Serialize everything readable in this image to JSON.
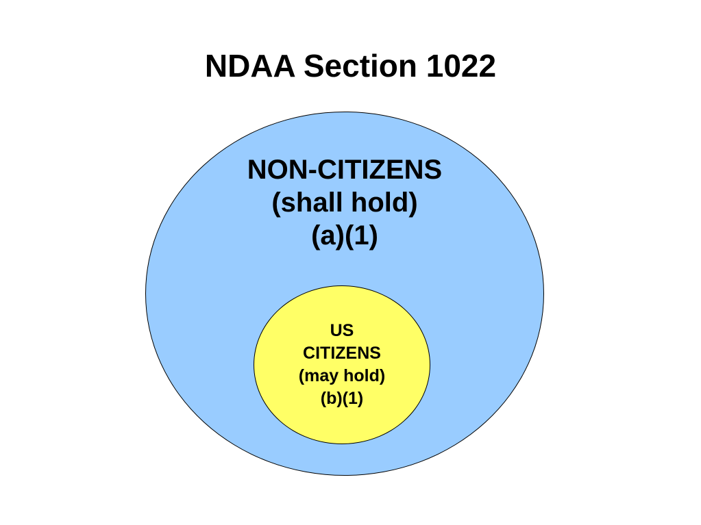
{
  "title": "NDAA Section 1022",
  "colors": {
    "outer_fill": "#99ccff",
    "inner_fill": "#ffff66"
  },
  "outer": {
    "lines": [
      "NON-CITIZENS",
      "(shall hold)",
      "(a)(1)"
    ]
  },
  "inner": {
    "lines": [
      "US",
      "CITIZENS",
      "(may hold)",
      "(b)(1)"
    ]
  }
}
